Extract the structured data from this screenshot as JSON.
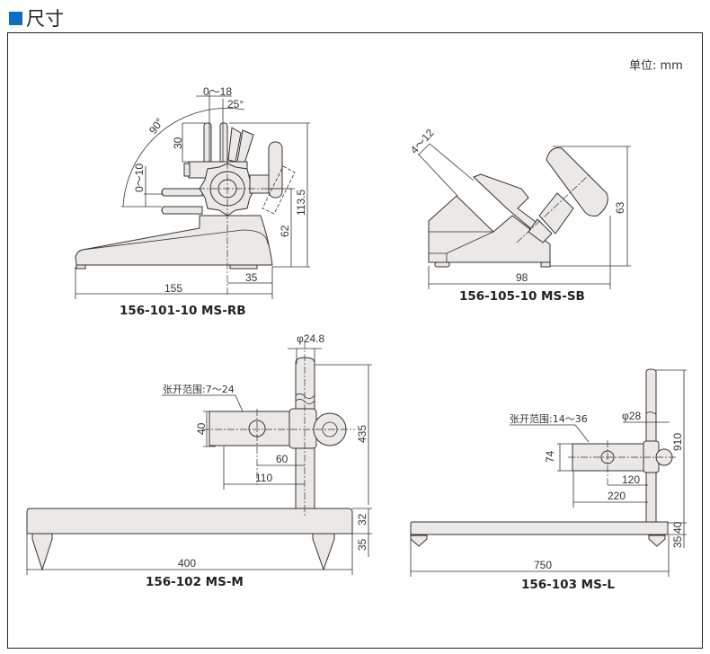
{
  "header": {
    "title": "尺寸",
    "accent_color": "#0a6fc2"
  },
  "unit_label": "单位: mm",
  "ms_rb": {
    "label": "156-101-10   MS-RB",
    "dims": {
      "range_top": "0～18",
      "angle_small": "25°",
      "angle_large": "90°",
      "jaw_height": "30",
      "range_side": "0～10",
      "height_total": "113.5",
      "height_center": "62",
      "width": "155",
      "foot_offset": "35"
    }
  },
  "ms_sb": {
    "label": "156-105-10   MS-SB",
    "dims": {
      "range": "4～12",
      "height": "63",
      "width": "98"
    }
  },
  "ms_m": {
    "label": "156-102   MS-M",
    "dims": {
      "diameter": "φ24.8",
      "opening_range": "张开范围:7～24",
      "arm_height": "40",
      "reach_inner": "60",
      "reach_outer": "110",
      "column_height": "435",
      "base_height": "32",
      "foot_height": "35",
      "width": "400"
    }
  },
  "ms_l": {
    "label": "156-103   MS-L",
    "dims": {
      "diameter": "φ28",
      "opening_range": "张开范围:14～36",
      "arm_height": "74",
      "reach_inner": "120",
      "reach_outer": "220",
      "column_height": "910",
      "base_height": "40",
      "foot_height": "35",
      "width": "750"
    }
  }
}
